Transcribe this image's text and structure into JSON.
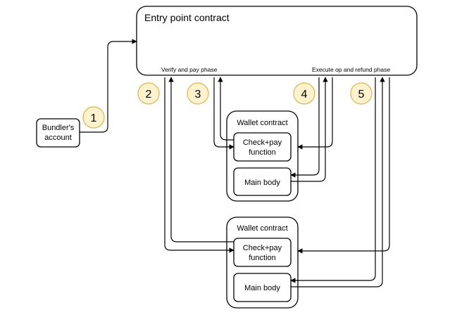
{
  "entry_point": {
    "title": "Entry point contract",
    "verify_phase_label": "Verify and pay phase",
    "execute_phase_label": "Execute op and refund phase"
  },
  "bundler": {
    "label_line1": "Bundler's",
    "label_line2": "account"
  },
  "wallet_1": {
    "title": "Wallet contract",
    "check_pay_line1": "Check+pay",
    "check_pay_line2": "function",
    "main_body": "Main body"
  },
  "wallet_2": {
    "title": "Wallet contract",
    "check_pay_line1": "Check+pay",
    "check_pay_line2": "function",
    "main_body": "Main body"
  },
  "steps": [
    "1",
    "2",
    "3",
    "4",
    "5"
  ],
  "colors": {
    "step_fill": "#fff2cc",
    "step_stroke": "#d6b656",
    "line": "#000000"
  }
}
